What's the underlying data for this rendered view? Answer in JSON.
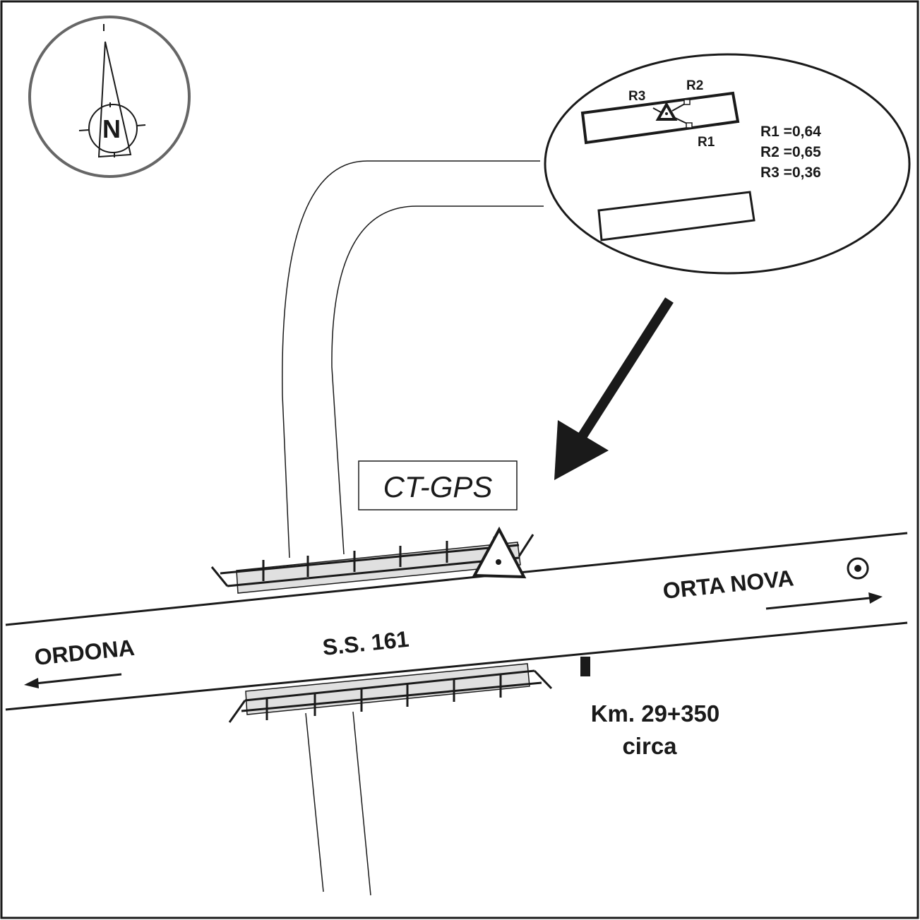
{
  "compass": {
    "letter": "N"
  },
  "inset": {
    "labels": [
      "R1",
      "R2",
      "R3"
    ],
    "measurements": [
      "R1 =0,64",
      "R2 =0,65",
      "R3 =0,36"
    ]
  },
  "point_label": "CT-GPS",
  "road": {
    "name": "S.S. 161"
  },
  "directions": {
    "left": "ORDONA",
    "right": "ORTA NOVA"
  },
  "kilometer": {
    "line1": "Km. 29+350",
    "line2": "circa"
  },
  "colors": {
    "line": "#1a1a1a",
    "rail_fill": "#e0e0e0",
    "compass_ring": "#666666"
  }
}
